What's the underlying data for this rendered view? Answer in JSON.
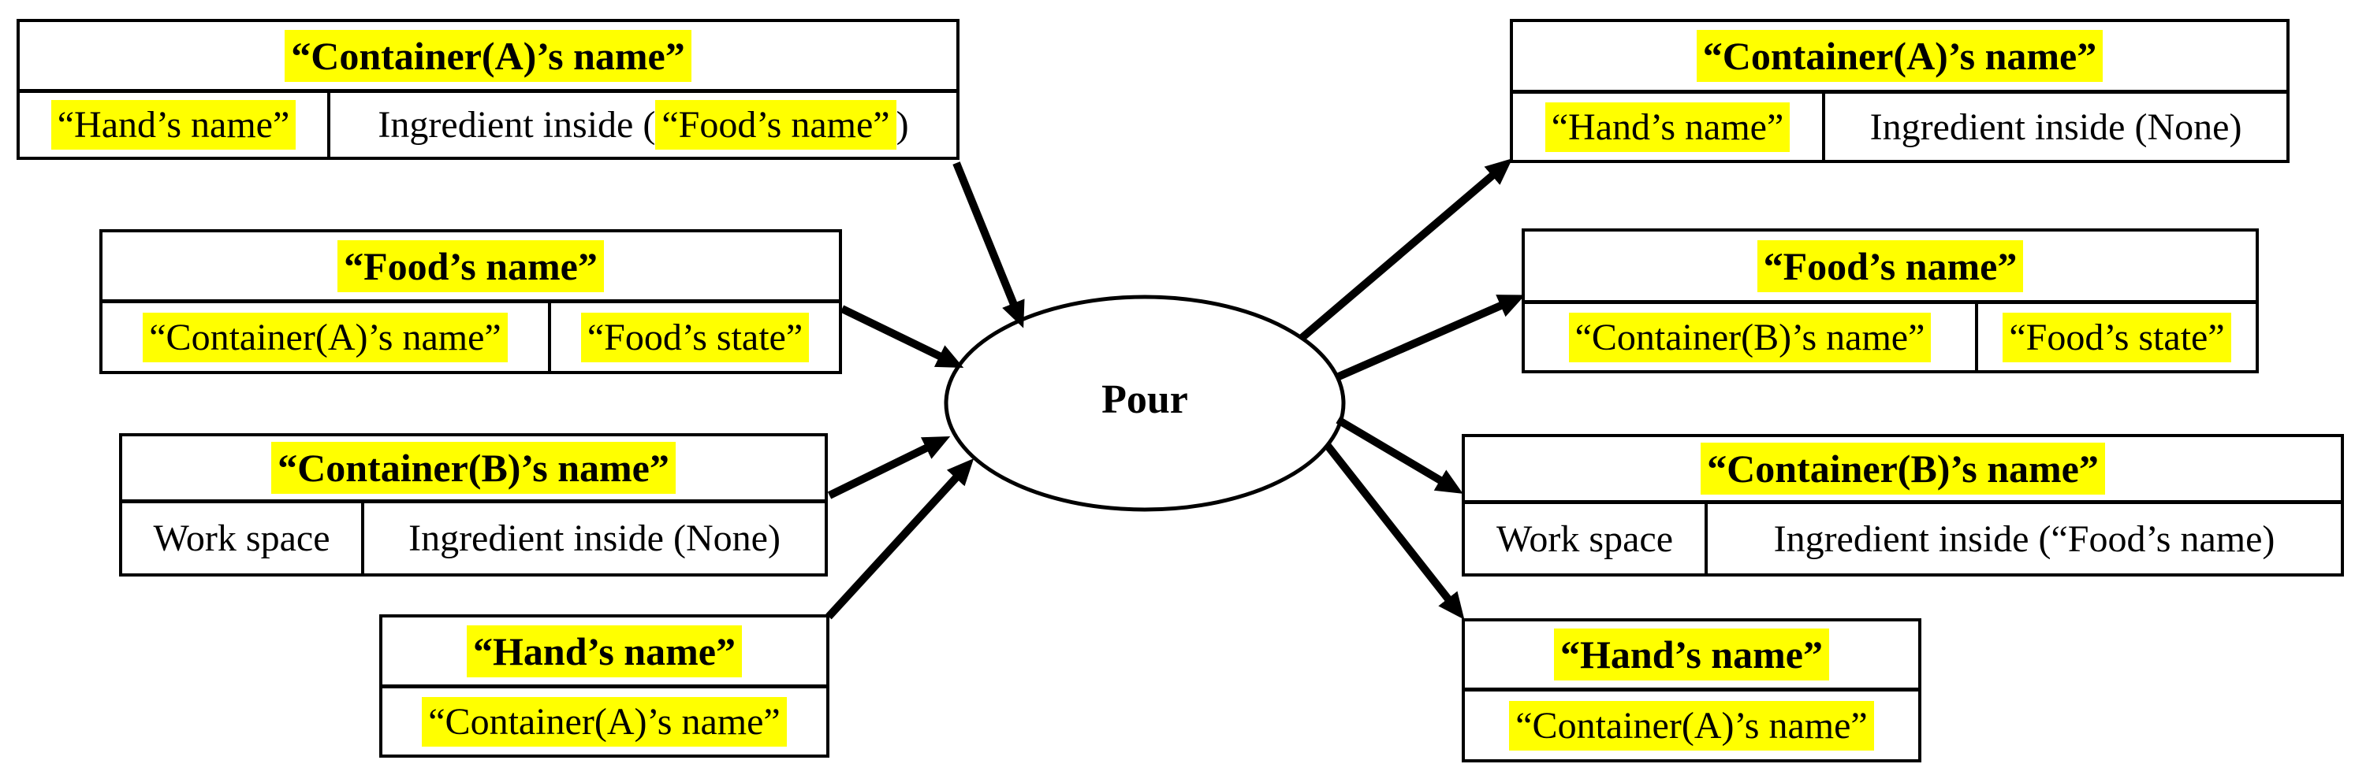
{
  "diagram": {
    "operation_label": "Pour",
    "colors": {
      "highlight": "#ffff00",
      "line": "#000000",
      "background": "#ffffff"
    },
    "inputs": [
      {
        "title": "“Container(A)’s name”",
        "title_highlighted": true,
        "cells": [
          {
            "segments": [
              {
                "text": "“Hand’s name”",
                "highlighted": true
              }
            ]
          },
          {
            "segments": [
              {
                "text": "Ingredient inside (",
                "highlighted": false
              },
              {
                "text": "“Food’s name”",
                "highlighted": true
              },
              {
                "text": ")",
                "highlighted": false
              }
            ]
          }
        ]
      },
      {
        "title": "“Food’s name”",
        "title_highlighted": true,
        "cells": [
          {
            "segments": [
              {
                "text": "“Container(A)’s name”",
                "highlighted": true
              }
            ]
          },
          {
            "segments": [
              {
                "text": "“Food’s state”",
                "highlighted": true
              }
            ]
          }
        ]
      },
      {
        "title": "“Container(B)’s name”",
        "title_highlighted": true,
        "cells": [
          {
            "segments": [
              {
                "text": "Work space",
                "highlighted": false
              }
            ]
          },
          {
            "segments": [
              {
                "text": "Ingredient inside (None)",
                "highlighted": false
              }
            ]
          }
        ]
      },
      {
        "title": "“Hand’s name”",
        "title_highlighted": true,
        "cells": [
          {
            "segments": [
              {
                "text": "“Container(A)’s name”",
                "highlighted": true
              }
            ]
          }
        ]
      }
    ],
    "outputs": [
      {
        "title": "“Container(A)’s name”",
        "title_highlighted": true,
        "cells": [
          {
            "segments": [
              {
                "text": "“Hand’s name”",
                "highlighted": true
              }
            ]
          },
          {
            "segments": [
              {
                "text": "Ingredient inside (None)",
                "highlighted": false
              }
            ]
          }
        ]
      },
      {
        "title": "“Food’s name”",
        "title_highlighted": true,
        "cells": [
          {
            "segments": [
              {
                "text": "“Container(B)’s name”",
                "highlighted": true
              }
            ]
          },
          {
            "segments": [
              {
                "text": "“Food’s state”",
                "highlighted": true
              }
            ]
          }
        ]
      },
      {
        "title": "“Container(B)’s name”",
        "title_highlighted": true,
        "cells": [
          {
            "segments": [
              {
                "text": "Work space",
                "highlighted": false
              }
            ]
          },
          {
            "segments": [
              {
                "text": "Ingredient inside (“Food’s name)",
                "highlighted": false
              }
            ]
          }
        ]
      },
      {
        "title": "“Hand’s name”",
        "title_highlighted": true,
        "cells": [
          {
            "segments": [
              {
                "text": "“Container(A)’s name”",
                "highlighted": true
              }
            ]
          }
        ]
      }
    ]
  }
}
